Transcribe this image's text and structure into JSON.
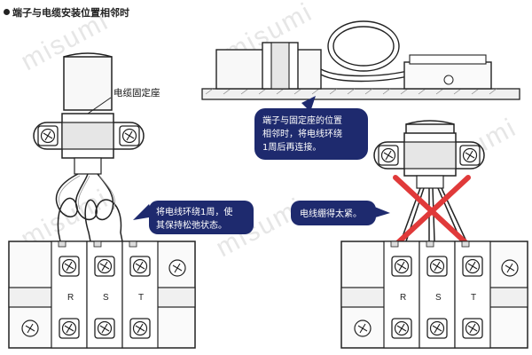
{
  "title": "端子与电缆安装位置相邻时",
  "watermark": "misumi",
  "labels": {
    "clamp_base": "电缆固定座"
  },
  "callouts": {
    "loop_wire": [
      "将电线环绕1周，使",
      "其保持松弛状态。"
    ],
    "adjacent": [
      "端子与固定座的位置",
      "相邻时，将电线环绕",
      "1周后再连接。"
    ],
    "too_tight": [
      "电线绷得太紧。"
    ]
  },
  "terminal_letters": [
    "R",
    "S",
    "T"
  ],
  "colors": {
    "callout_fill": "#1e2a6e",
    "wrong_mark": "#e03a3a",
    "line": "#222222",
    "fill_light": "#f4f4f4"
  }
}
